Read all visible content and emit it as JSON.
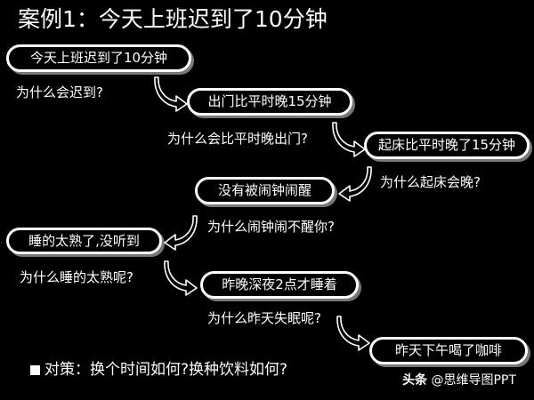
{
  "title": "案例1：今天上班迟到了10分钟",
  "boxes": [
    "今天上班迟到了10分钟",
    "出门比平时晚15分钟",
    "起床比平时晚了15分钟",
    "没有被闹钟闹醒",
    "睡的太熟了,没听到",
    "昨晚深夜2点才睡着",
    "昨天下午喝了咖啡"
  ],
  "questions": [
    "为什么会迟到?",
    "为什么会比平时晚出门?",
    "为什么起床会晚?",
    "为什么闹钟闹不醒你?",
    "为什么睡的太熟呢?",
    "为什么昨天失眠呢?"
  ],
  "strategy": "对策：换个时间如何?换种饮料如何?",
  "watermark": {
    "brand": "头条",
    "author": "@思维导图PPT"
  }
}
